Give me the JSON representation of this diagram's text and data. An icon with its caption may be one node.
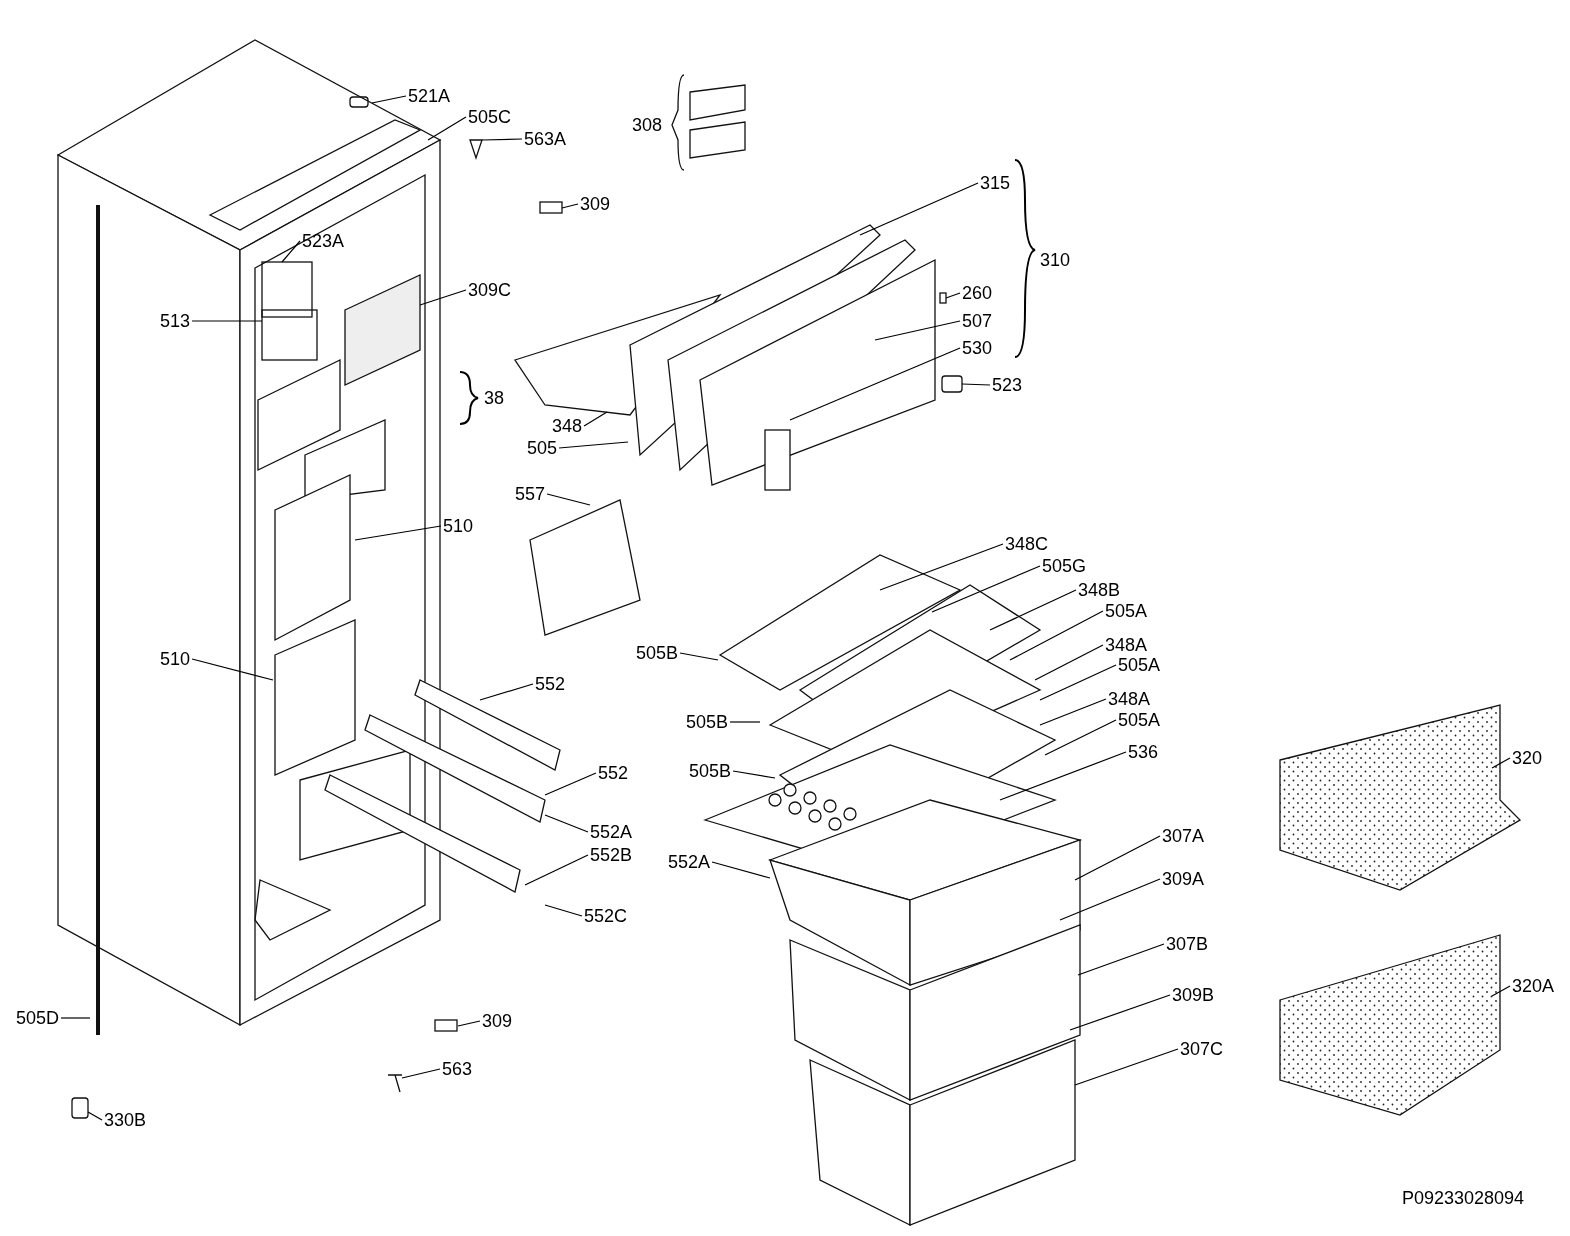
{
  "diagram": {
    "nodes": [
      {
        "text": [
          "521A"
        ]
      },
      {
        "text": [
          "505C"
        ]
      },
      {
        "text": [
          "563A"
        ]
      },
      {
        "text": [
          "309"
        ]
      },
      {
        "text": [
          "315"
        ]
      },
      {
        "text": [
          "523A"
        ]
      },
      {
        "text": [
          "309C"
        ]
      },
      {
        "text": [
          "260"
        ]
      },
      {
        "text": [
          "513"
        ]
      },
      {
        "text": [
          "507"
        ]
      },
      {
        "text": [
          "530"
        ]
      },
      {
        "text": [
          "523"
        ]
      },
      {
        "text": [
          "348"
        ]
      },
      {
        "text": [
          "505"
        ]
      },
      {
        "text": [
          "557"
        ]
      },
      {
        "text": [
          "510"
        ]
      },
      {
        "text": [
          "348C"
        ]
      },
      {
        "text": [
          "505G"
        ]
      },
      {
        "text": [
          "348B"
        ]
      },
      {
        "text": [
          "505A"
        ]
      },
      {
        "text": [
          "510"
        ]
      },
      {
        "text": [
          "505B"
        ]
      },
      {
        "text": [
          "348A"
        ]
      },
      {
        "text": [
          "505A"
        ]
      },
      {
        "text": [
          "552"
        ]
      },
      {
        "text": [
          "505B"
        ]
      },
      {
        "text": [
          "348A"
        ]
      },
      {
        "text": [
          "505A"
        ]
      },
      {
        "text": [
          "552"
        ]
      },
      {
        "text": [
          "505B"
        ]
      },
      {
        "text": [
          "536"
        ]
      },
      {
        "text": [
          "552A"
        ]
      },
      {
        "text": [
          "307A"
        ]
      },
      {
        "text": [
          "552B"
        ]
      },
      {
        "text": [
          "552A"
        ]
      },
      {
        "text": [
          "309A"
        ]
      },
      {
        "text": [
          "552C"
        ]
      },
      {
        "text": [
          "307B"
        ]
      },
      {
        "text": [
          "309B"
        ]
      },
      {
        "text": [
          "505D"
        ]
      },
      {
        "text": [
          "309"
        ]
      },
      {
        "text": [
          "307C"
        ]
      },
      {
        "text": [
          "563"
        ]
      },
      {
        "text": [
          "330B"
        ]
      },
      {
        "text": [
          "320"
        ]
      },
      {
        "text": [
          "320A"
        ]
      },
      {
        "text": [],
        "shape": "picture"
      },
      {
        "text": [],
        "shape": "box"
      }
    ],
    "edges": [
      {
        "from": 0,
        "to": null,
        "arrow": "none"
      },
      {
        "from": 1,
        "to": null,
        "arrow": "none"
      },
      {
        "from": 2,
        "to": 46,
        "arrow": "none"
      },
      {
        "from": 3,
        "to": null,
        "arrow": "none"
      },
      {
        "from": 4,
        "to": null,
        "arrow": "none"
      },
      {
        "from": 5,
        "to": null,
        "arrow": "none"
      },
      {
        "from": 6,
        "to": null,
        "arrow": "none"
      },
      {
        "from": 7,
        "to": null,
        "arrow": "none"
      },
      {
        "from": 8,
        "to": null,
        "arrow": "none"
      },
      {
        "from": 9,
        "to": null,
        "arrow": "none"
      },
      {
        "from": 10,
        "to": null,
        "arrow": "none"
      },
      {
        "from": 11,
        "to": 47,
        "arrow": "none"
      },
      {
        "from": 12,
        "to": null,
        "arrow": "none"
      },
      {
        "from": 13,
        "to": null,
        "arrow": "none"
      },
      {
        "from": 14,
        "to": null,
        "arrow": "none"
      },
      {
        "from": 15,
        "to": null,
        "arrow": "none"
      },
      {
        "from": 16,
        "to": null,
        "arrow": "none"
      },
      {
        "from": 17,
        "to": null,
        "arrow": "none"
      },
      {
        "from": 18,
        "to": null,
        "arrow": "none"
      },
      {
        "from": 19,
        "to": null,
        "arrow": "none"
      },
      {
        "from": 20,
        "to": null,
        "arrow": "none"
      },
      {
        "from": 21,
        "to": null,
        "arrow": "none"
      },
      {
        "from": 22,
        "to": null,
        "arrow": "none"
      },
      {
        "from": 23,
        "to": null,
        "arrow": "none"
      },
      {
        "from": 24,
        "to": null,
        "arrow": "none"
      },
      {
        "from": 25,
        "to": null,
        "arrow": "none"
      },
      {
        "from": 26,
        "to": null,
        "arrow": "none"
      },
      {
        "from": 27,
        "to": null,
        "arrow": "none"
      },
      {
        "from": 28,
        "to": null,
        "arrow": "none"
      },
      {
        "from": 29,
        "to": null,
        "arrow": "none"
      },
      {
        "from": 30,
        "to": null,
        "arrow": "none"
      },
      {
        "from": 31,
        "to": null,
        "arrow": "none"
      },
      {
        "from": 32,
        "to": null,
        "arrow": "none"
      },
      {
        "from": 33,
        "to": null,
        "arrow": "none"
      },
      {
        "from": 34,
        "to": null,
        "arrow": "none"
      },
      {
        "from": 35,
        "to": null,
        "arrow": "none"
      },
      {
        "from": 36,
        "to": null,
        "arrow": "none"
      },
      {
        "from": 37,
        "to": null,
        "arrow": "none"
      },
      {
        "from": 38,
        "to": null,
        "arrow": "none"
      },
      {
        "from": 39,
        "to": null,
        "arrow": "none"
      },
      {
        "from": 40,
        "to": null,
        "arrow": "none"
      },
      {
        "from": 41,
        "to": null,
        "arrow": "none"
      },
      {
        "from": 42,
        "to": null,
        "arrow": "none"
      },
      {
        "from": 43,
        "to": null,
        "arrow": "none"
      },
      {
        "from": 44,
        "to": null,
        "arrow": "none"
      },
      {
        "from": 45,
        "to": null,
        "arrow": "none"
      }
    ],
    "labels": [
      "308",
      "310",
      "38",
      "P09233028094"
    ]
  }
}
